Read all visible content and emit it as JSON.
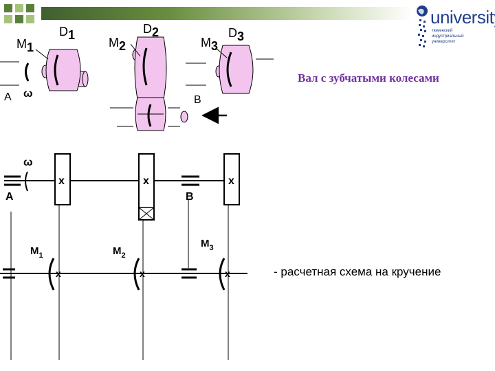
{
  "title": "Вал с зубчатыми колесами",
  "caption": "- расчетная схема на кручение",
  "logo": {
    "word": "university",
    "lines": [
      "тюменский",
      "индустриальный",
      "университет"
    ],
    "color": "#1f3e8a"
  },
  "colors": {
    "gear_fill": "#f2c4ee",
    "title": "#7030a0",
    "accent_green": "#6a8f40"
  },
  "diagram": {
    "gears": [
      {
        "D": "D",
        "D_sub": "1",
        "M": "M",
        "M_sub": "1"
      },
      {
        "D": "D",
        "D_sub": "2",
        "M": "M",
        "M_sub": "2"
      },
      {
        "D": "D",
        "D_sub": "3",
        "M": "M",
        "M_sub": "3"
      }
    ],
    "support_a": "A",
    "support_b": "B",
    "omega": "ω",
    "cross_mark": "x"
  }
}
